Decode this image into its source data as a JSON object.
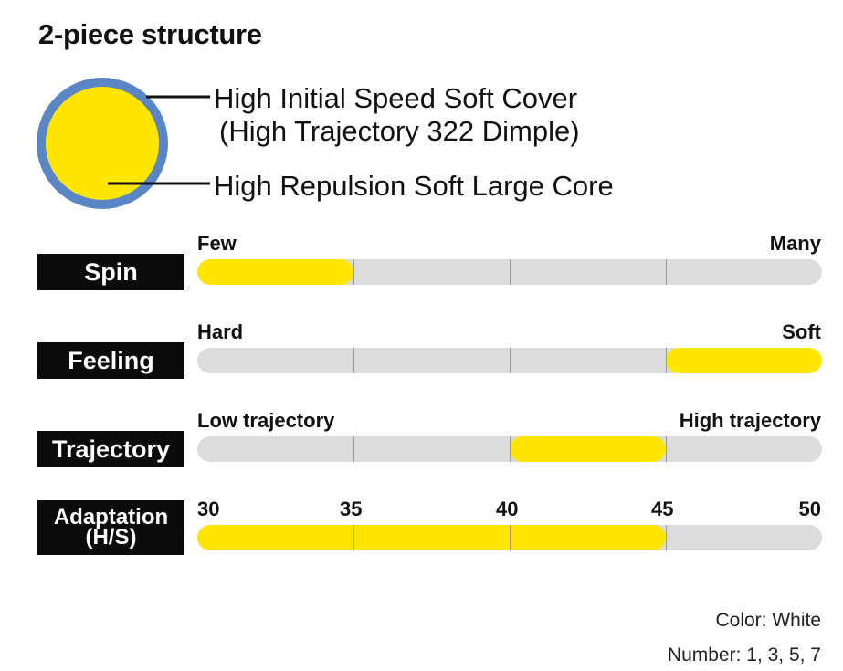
{
  "title": "2-piece structure",
  "structure": {
    "cover_label": "High Initial Speed Soft Cover",
    "dimple_label": "(High Trajectory 322 Dimple)",
    "core_label": "High Repulsion Soft Large Core",
    "colors": {
      "core": "#FFE600",
      "cover": "#5B86C6"
    }
  },
  "ratings": [
    {
      "category": "Spin",
      "low_label": "Few",
      "high_label": "Many",
      "fill_start": 0.0,
      "fill_end": 0.25
    },
    {
      "category": "Feeling",
      "low_label": "Hard",
      "high_label": "Soft",
      "fill_start": 0.75,
      "fill_end": 1.0
    },
    {
      "category": "Trajectory",
      "low_label": "Low trajectory",
      "high_label": "High trajectory",
      "fill_start": 0.5,
      "fill_end": 0.75
    }
  ],
  "adaptation": {
    "line1": "Adaptation",
    "line2": "(H/S)",
    "scale": [
      "30",
      "35",
      "40",
      "45",
      "50"
    ],
    "range": [
      30,
      45
    ]
  },
  "colors": {
    "bar_fill": "#FFE600",
    "track": "#DCDCDC",
    "label_bg": "#0B0B0B"
  },
  "footer": {
    "color_text": "Color: White",
    "number_text": "Number: 1, 3, 5, 7"
  }
}
